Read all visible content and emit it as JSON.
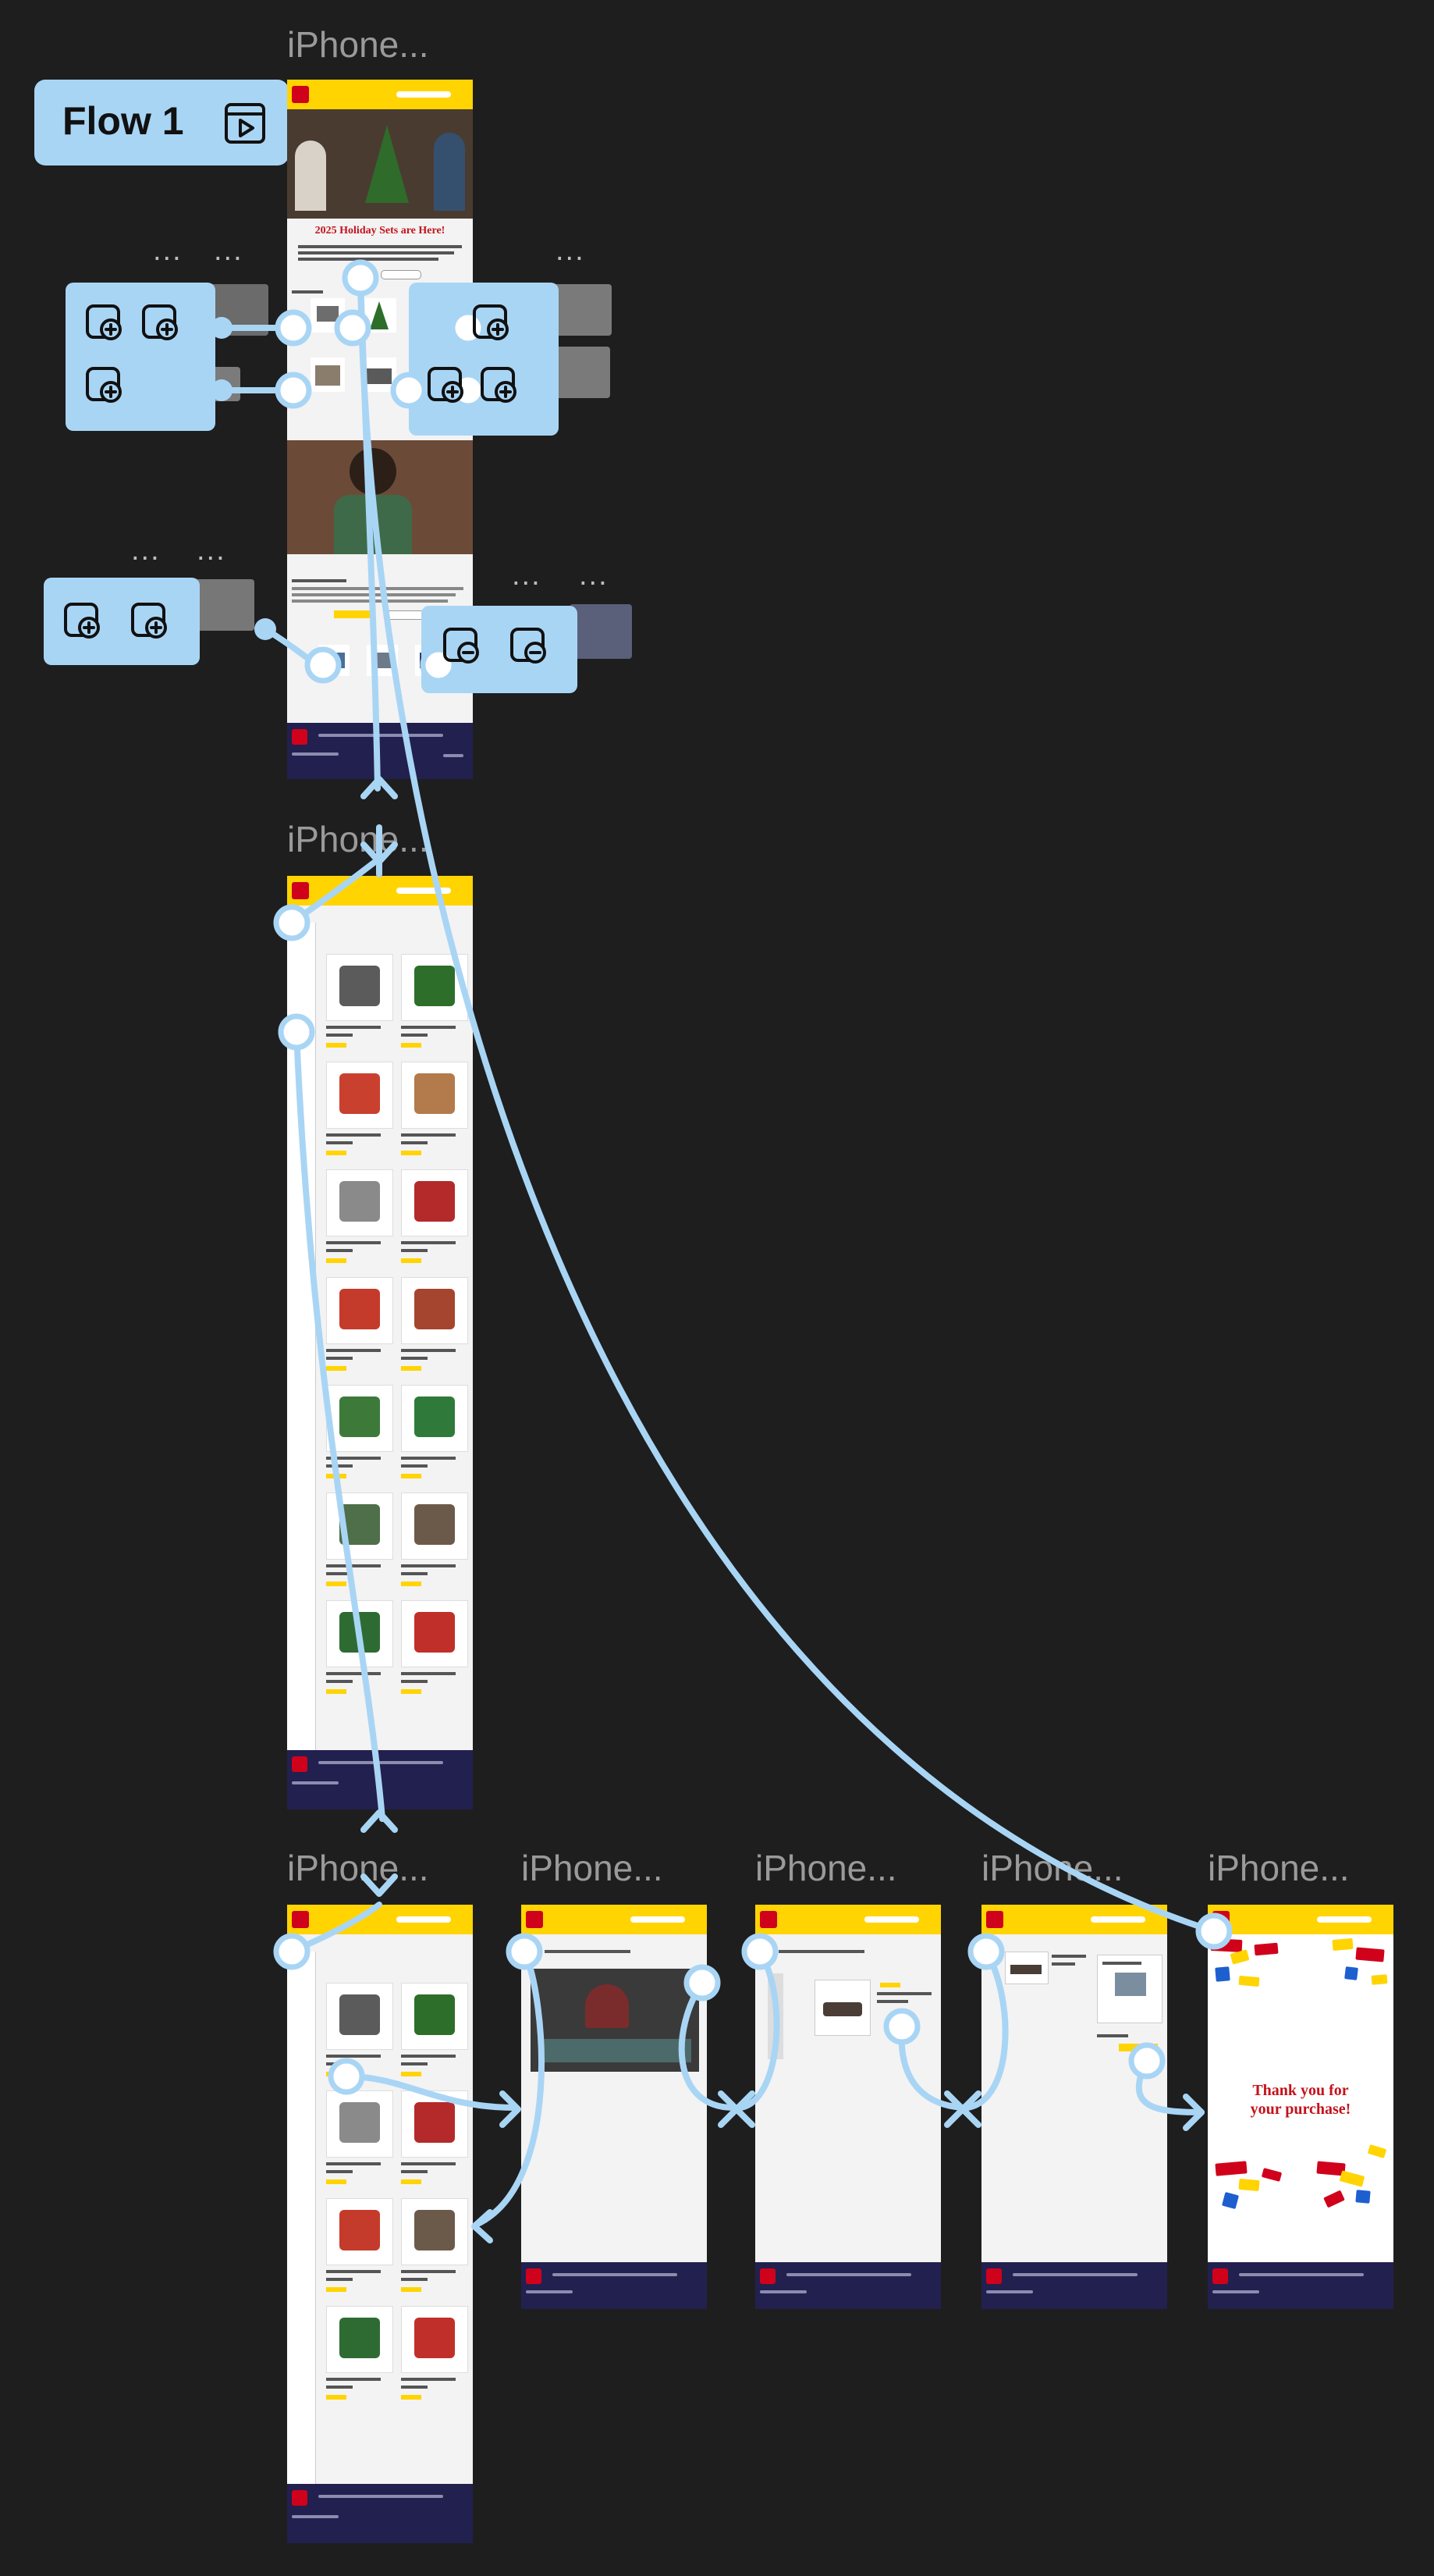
{
  "flow": {
    "label": "Flow 1"
  },
  "frames": [
    {
      "label": "iPhone..."
    },
    {
      "label": "iPhone..."
    },
    {
      "label": "iPhone..."
    },
    {
      "label": "iPhone..."
    },
    {
      "label": "iPhone..."
    },
    {
      "label": "iPhone..."
    },
    {
      "label": "iPhone..."
    }
  ],
  "overflow_dots": "...",
  "home": {
    "hero_title": "2025 Holiday Sets are Here!"
  },
  "thankyou": {
    "line1": "Thank you for",
    "line2": "your purchase!"
  },
  "colors": {
    "canvas": "#1e1e1e",
    "connector": "#a9d5f5",
    "nav_yellow": "#ffd400",
    "footer_navy": "#22204f",
    "brand_red": "#d0021b"
  },
  "icons": [
    "prototype-play-icon",
    "add-component-icon",
    "connector-node-icon",
    "arrow-head-icon"
  ]
}
